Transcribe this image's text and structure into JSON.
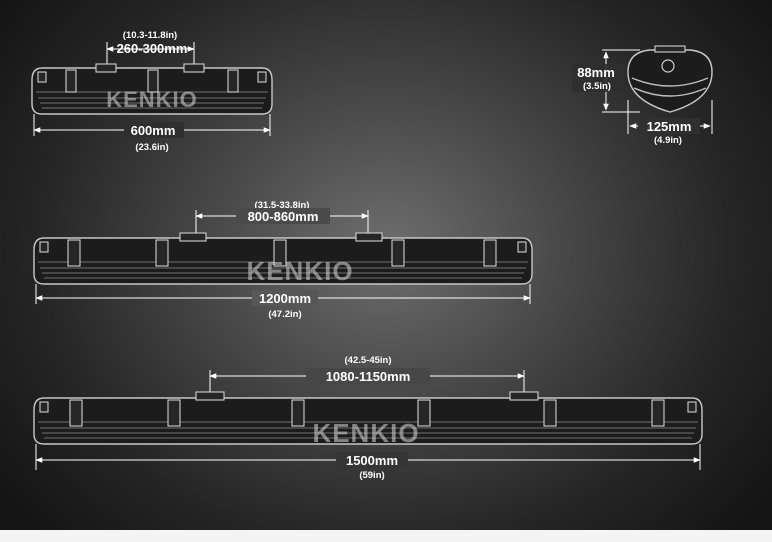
{
  "brand": "KENKIO",
  "lamps": [
    {
      "overall_mm": "600mm",
      "overall_in": "(23.6in)",
      "mount_mm": "260-300mm",
      "mount_in": "(10.3-11.8in)"
    },
    {
      "overall_mm": "1200mm",
      "overall_in": "(47.2in)",
      "mount_mm": "800-860mm",
      "mount_in": "(31.5-33.8in)"
    },
    {
      "overall_mm": "1500mm",
      "overall_in": "(59in)",
      "mount_mm": "1080-1150mm",
      "mount_in": "(42.5-45in)"
    }
  ],
  "cross_section": {
    "height_mm": "88mm",
    "height_in": "(3.5in)",
    "width_mm": "125mm",
    "width_in": "(4.9in)"
  }
}
